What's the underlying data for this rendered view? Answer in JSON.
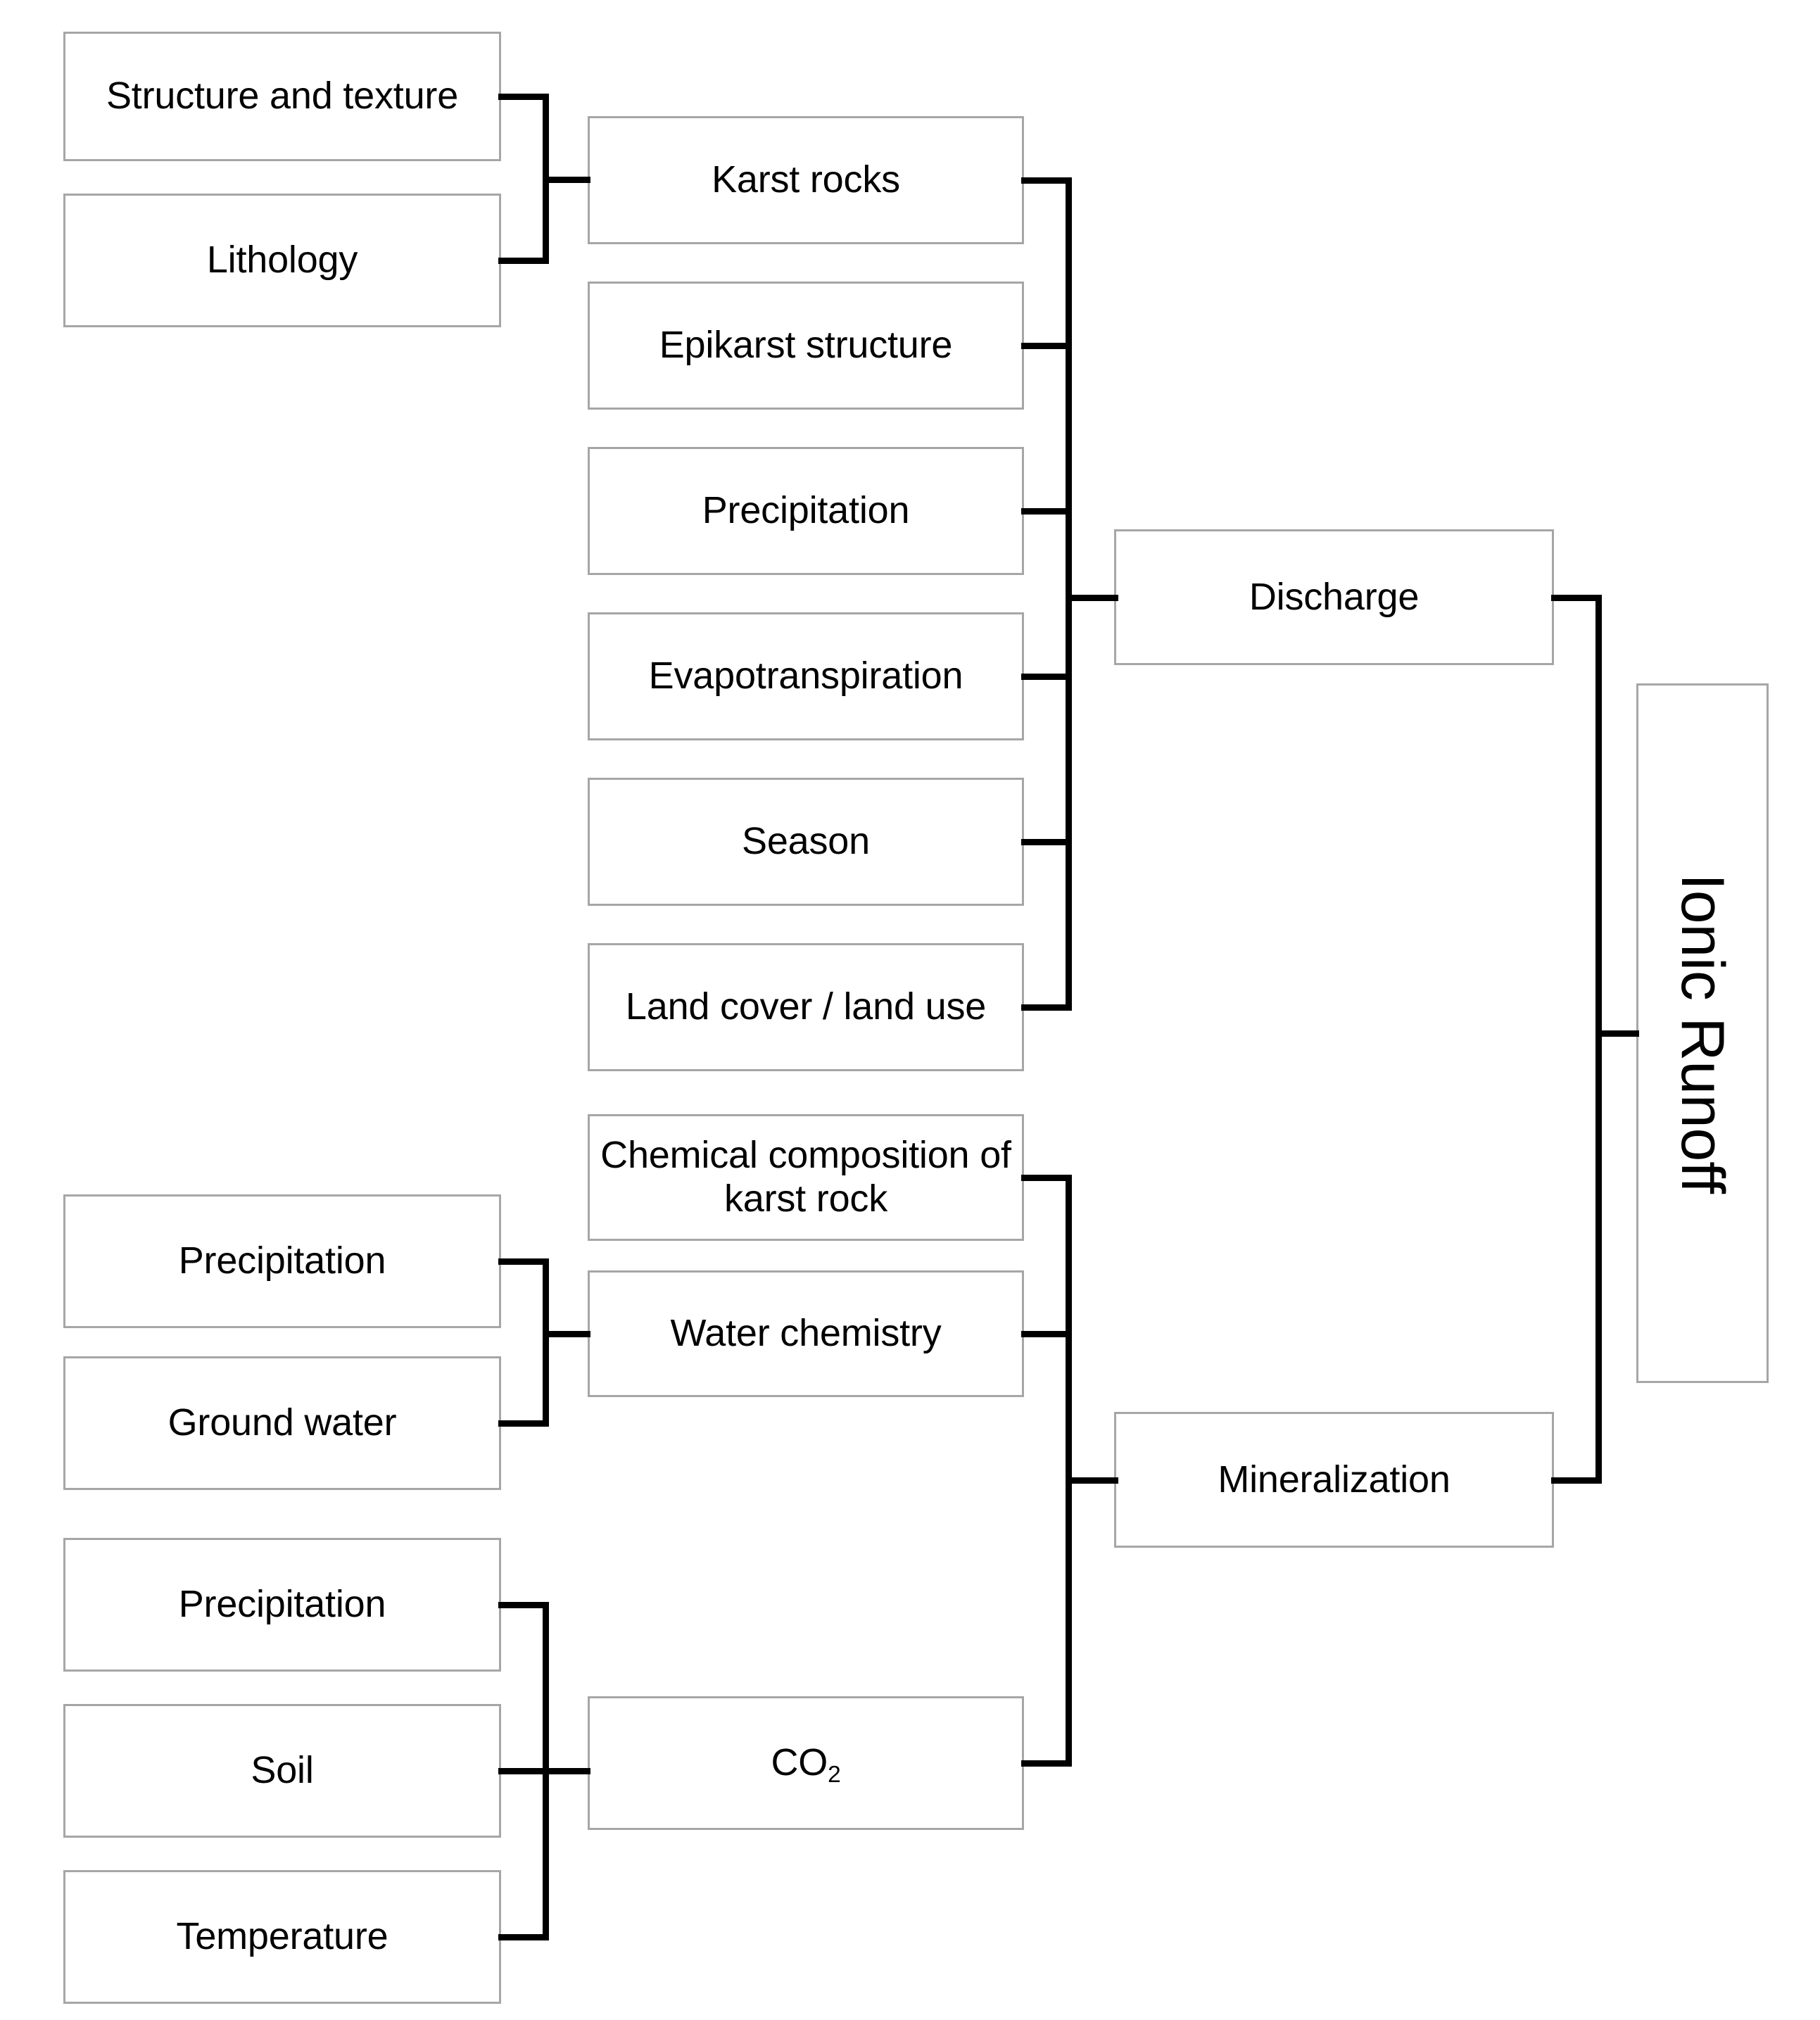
{
  "diagram": {
    "title": "Ionic Runoff conceptual factor diagram",
    "type": "hierarchical-bracket-flowchart",
    "colors": {
      "box_border": "#a6a6a6",
      "box_fill": "#ffffff",
      "connector": "#000000",
      "text": "#000000"
    }
  },
  "nodes": {
    "structure_and_texture": {
      "label": "Structure and texture"
    },
    "lithology": {
      "label": "Lithology"
    },
    "karst_rocks": {
      "label": "Karst rocks"
    },
    "epikarst_structure": {
      "label": "Epikarst structure"
    },
    "precipitation_discharge": {
      "label": "Precipitation"
    },
    "evapotranspiration": {
      "label": "Evapotranspiration"
    },
    "season": {
      "label": "Season"
    },
    "land_cover_land_use": {
      "label": "Land cover / land use"
    },
    "chemical_composition_of_karst_rock": {
      "label": "Chemical composition of karst rock"
    },
    "water_chemistry": {
      "label": "Water chemistry"
    },
    "precipitation_water": {
      "label": "Precipitation"
    },
    "ground_water": {
      "label": "Ground water"
    },
    "precipitation_co2": {
      "label": "Precipitation"
    },
    "soil": {
      "label": "Soil"
    },
    "temperature": {
      "label": "Temperature"
    },
    "co2": {
      "label": "CO",
      "subscript": "2"
    },
    "discharge": {
      "label": "Discharge"
    },
    "mineralization": {
      "label": "Mineralization"
    },
    "ionic_runoff": {
      "label": "Ionic Runoff"
    }
  },
  "edges": [
    {
      "from": [
        "structure_and_texture",
        "lithology"
      ],
      "to": "karst_rocks"
    },
    {
      "from": [
        "precipitation_water",
        "ground_water"
      ],
      "to": "water_chemistry"
    },
    {
      "from": [
        "precipitation_co2",
        "soil",
        "temperature"
      ],
      "to": "co2"
    },
    {
      "from": [
        "karst_rocks",
        "epikarst_structure",
        "precipitation_discharge",
        "evapotranspiration",
        "season",
        "land_cover_land_use"
      ],
      "to": "discharge"
    },
    {
      "from": [
        "chemical_composition_of_karst_rock",
        "water_chemistry",
        "co2"
      ],
      "to": "mineralization"
    },
    {
      "from": [
        "discharge",
        "mineralization"
      ],
      "to": "ionic_runoff"
    }
  ]
}
